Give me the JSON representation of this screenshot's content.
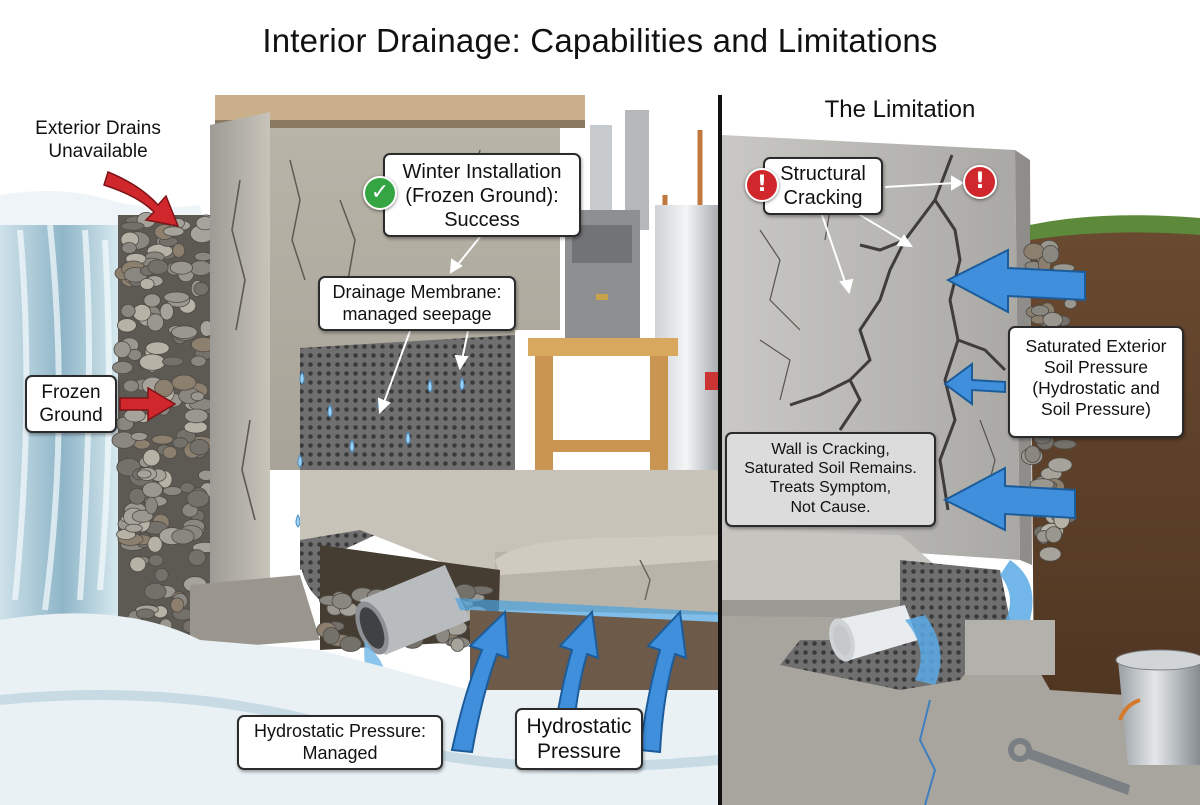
{
  "title": "Interior Drainage: Capabilities and Limitations",
  "left_panel": {
    "exterior_drains": "Exterior Drains\nUnavailable",
    "frozen_ground": "Frozen\nGround",
    "winter_installation": "Winter Installation\n(Frozen Ground):\nSuccess",
    "drainage_membrane": "Drainage Membrane:\nmanaged seepage",
    "hydrostatic_managed": "Hydrostatic Pressure:\nManaged",
    "hydrostatic_pressure": "Hydrostatic\nPressure"
  },
  "right_panel": {
    "heading": "The Limitation",
    "structural_cracking": "Structural\nCracking",
    "saturated_soil": "Saturated Exterior\nSoil Pressure\n(Hydrostatic and\nSoil Pressure)",
    "wall_cracking": "Wall is Cracking,\nSaturated Soil Remains.\nTreats Symptom,\nNot Cause."
  },
  "icons": {
    "check": "check-icon",
    "alert": "exclamation-icon",
    "check_symbol": "✓",
    "alert_symbol": "!"
  },
  "colors": {
    "arrow_red": "#d0272d",
    "arrow_blue": "#3f8fdc",
    "check_green": "#35a544",
    "alert_red": "#d0272d"
  }
}
